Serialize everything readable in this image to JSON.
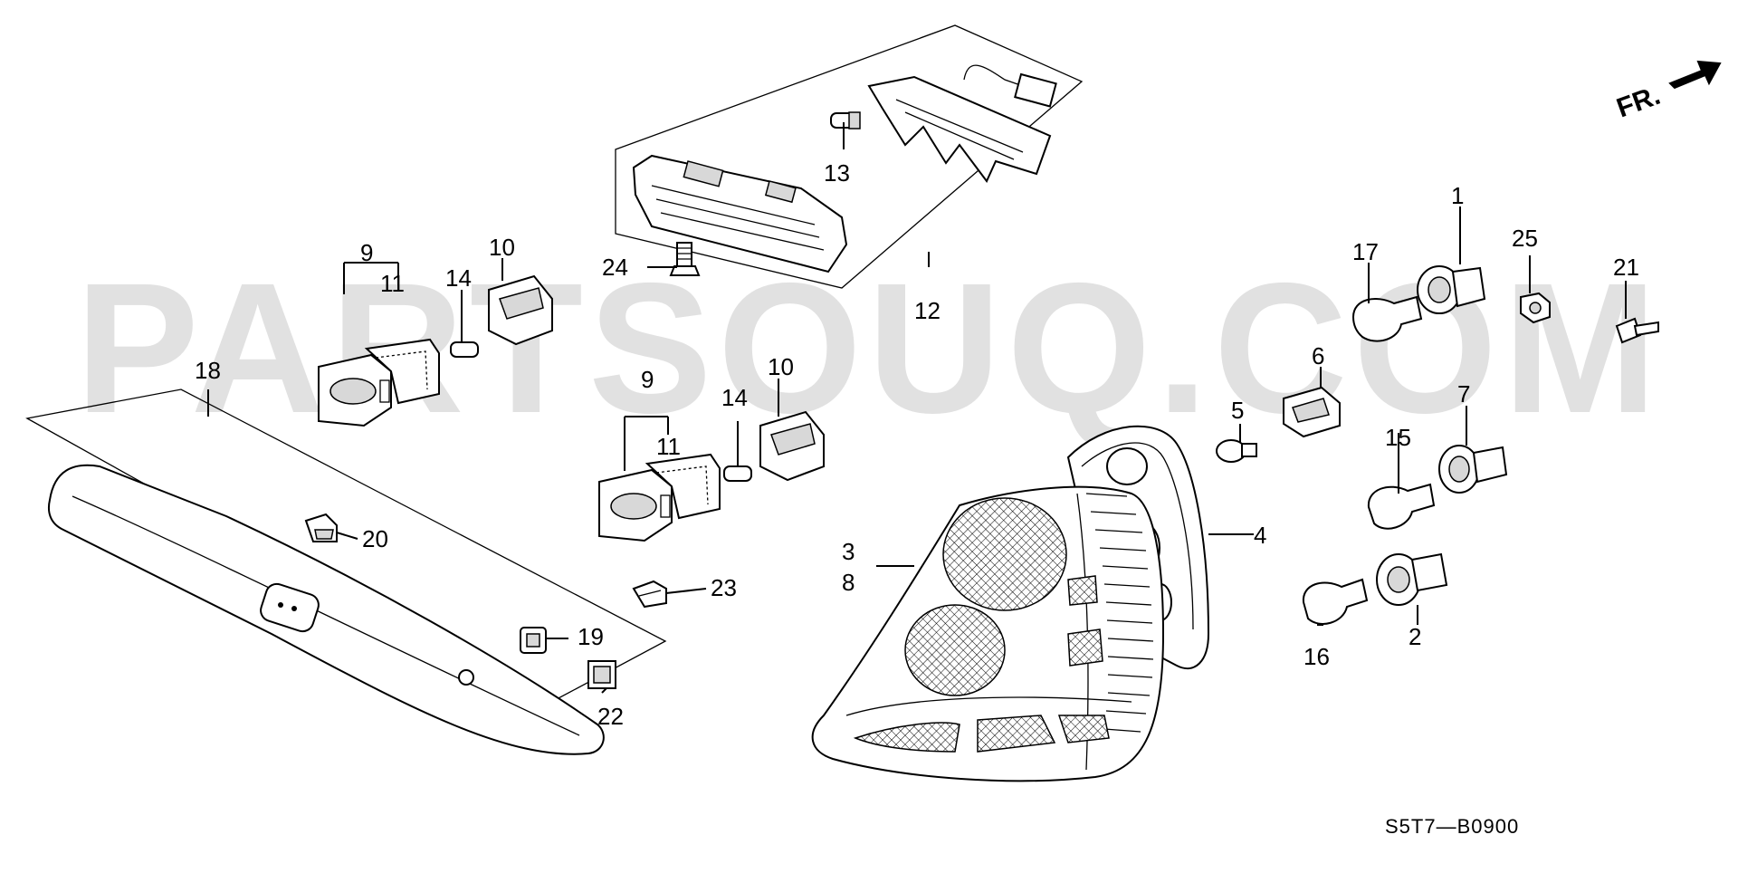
{
  "watermark": "PARTSOUQ.COM",
  "direction_indicator": {
    "label": "FR.",
    "icon": "arrow-up-right-icon"
  },
  "diagram_code": "S5T7—B0900",
  "labels": {
    "l1": "1",
    "l2": "2",
    "l3": "3",
    "l4": "4",
    "l5": "5",
    "l6": "6",
    "l7": "7",
    "l8": "8",
    "l9a": "9",
    "l9b": "9",
    "l10a": "10",
    "l10b": "10",
    "l11a": "11",
    "l11b": "11",
    "l12": "12",
    "l13": "13",
    "l14a": "14",
    "l14b": "14",
    "l15": "15",
    "l16": "16",
    "l17": "17",
    "l18": "18",
    "l19": "19",
    "l20": "20",
    "l21": "21",
    "l22": "22",
    "l23": "23",
    "l24": "24",
    "l25": "25"
  }
}
